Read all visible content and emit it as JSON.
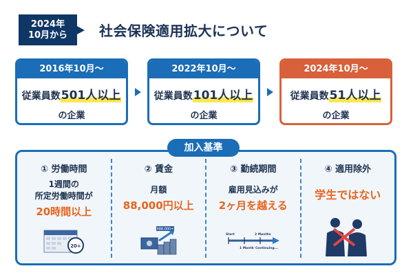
{
  "header": {
    "badge_line1": "2024年",
    "badge_line2": "10月から",
    "title": "社会保険適用拡大について"
  },
  "stages": [
    {
      "date": "2016年10月〜",
      "prefix": "従業員数",
      "count": "501人以上",
      "suffix": "の企業",
      "color": "#1a6db6"
    },
    {
      "date": "2022年10月〜",
      "prefix": "従業員数",
      "count": "101人以上",
      "suffix": "の企業",
      "color": "#1a6db6"
    },
    {
      "date": "2024年10月〜",
      "prefix": "従業員数",
      "count": "51人以上",
      "suffix": "の企業",
      "color": "#d8603a"
    }
  ],
  "criteria": {
    "tab_label": "加入基準",
    "items": [
      {
        "title": "① 労働時間",
        "sub1": "1週間の",
        "sub2": "所定労働時間が",
        "value": "20時間以上",
        "icon": "calendar-clock-icon",
        "icon_text": "20+"
      },
      {
        "title": "② 賃金",
        "sub1": "月額",
        "value": "88,000円以上",
        "icon": "money-growth-icon",
        "icon_text": "¥88,000+"
      },
      {
        "title": "③ 勤続期間",
        "sub1": "雇用見込みが",
        "value": "2ヶ月を越える",
        "icon": "timeline-icon",
        "timeline": {
          "start": "Start",
          "m1": "1 Month",
          "m2": "2 Months",
          "cont": "Continuing..."
        }
      },
      {
        "title": "④ 適用除外",
        "value": "学生ではない",
        "icon": "no-students-icon"
      }
    ]
  },
  "colors": {
    "navy": "#0f3766",
    "blue": "#1a6db6",
    "orange": "#d8603a",
    "accent_text": "#e8641e",
    "highlight": "#fbe84f"
  }
}
